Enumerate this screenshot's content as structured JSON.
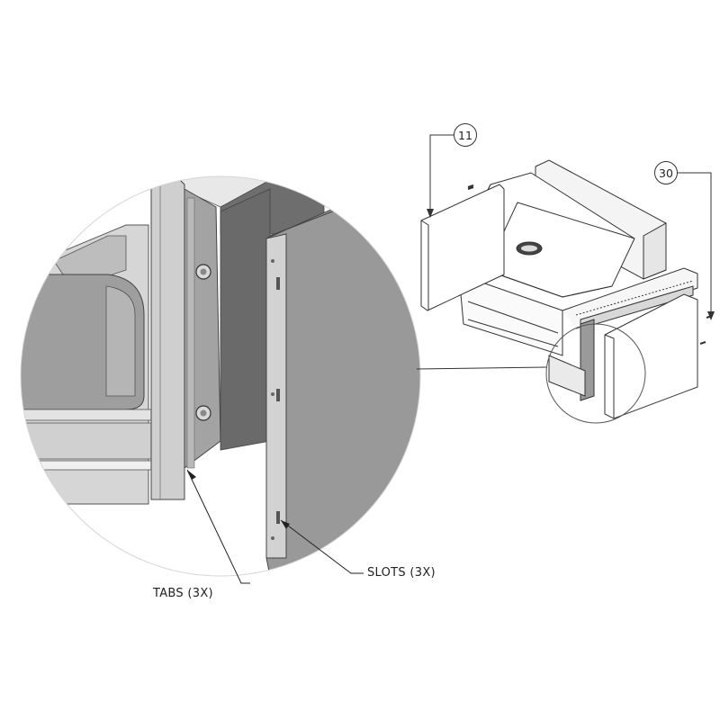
{
  "callouts": {
    "tabs": "TABS (3X)",
    "slots": "SLOTS (3X)"
  },
  "balloons": {
    "left": "11",
    "right": "30"
  }
}
